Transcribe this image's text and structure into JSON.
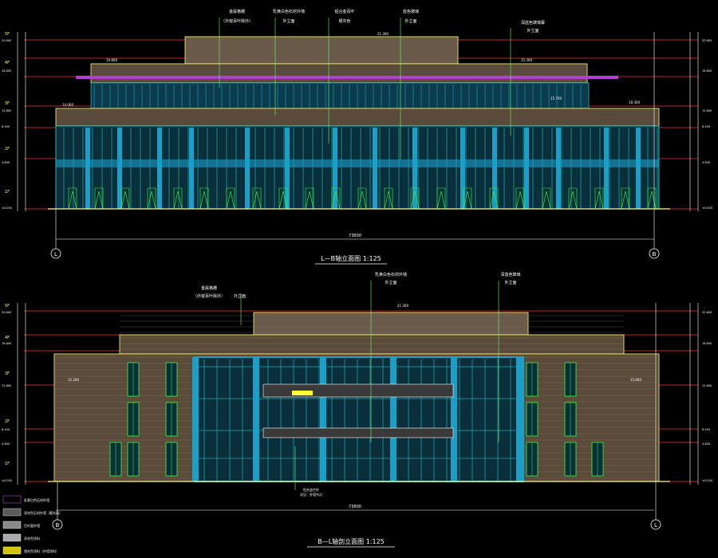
{
  "colors": {
    "background": "#000000",
    "brick": "#7a6a5a",
    "outline": "#ffff66",
    "window_blue": "#1aa0c8",
    "window_cyan": "#19e6e6",
    "door_green": "#33ff33",
    "gridline_red": "#ff3030",
    "annotation_white": "#ffffff",
    "frame_purple": "#b040d0",
    "leader_green": "#66ff66"
  },
  "top_elevation": {
    "title": "L—B轴立面图 1:125",
    "axis_left": "L",
    "axis_right": "B",
    "overall_dimension": "73800",
    "callouts": [
      "金属格栅",
      "（外窗百叶除外）",
      "乳黄白色石材外墙",
      "外立面",
      "铝合金百叶",
      "银灰色",
      "蓝色玻璃",
      "外立面",
      "深蓝色玻璃幕",
      "外立面"
    ],
    "level_marks_left": [
      "5F",
      "4F",
      "3F",
      "2F",
      "1F"
    ],
    "elevations_left": [
      "20.600",
      "16.800",
      "12.800",
      "8.400",
      "4.800",
      "±0.000"
    ],
    "elevations_right": [
      "20.600",
      "16.800",
      "12.800",
      "8.400",
      "4.800",
      "±0.000"
    ],
    "roof_labels": [
      "21.300",
      "19.800",
      "15.300",
      "15.700",
      "18.300",
      "14.000"
    ]
  },
  "bottom_elevation": {
    "title": "B—L轴剖立面图 1:125",
    "axis_left": "B",
    "axis_right": "L",
    "overall_dimension": "73800",
    "callouts": [
      "金属格栅",
      "（外窗百叶除外）",
      "外立面",
      "乳黄白色石材外墙",
      "外立面",
      "深蓝色玻璃",
      "外立面"
    ],
    "bottom_note": "铝合金栏杆",
    "bottom_note2": "详见：外墙节点",
    "level_marks_left": [
      "5F",
      "4F",
      "3F",
      "2F",
      "1F"
    ],
    "elevations_left": [
      "20.600",
      "16.800",
      "12.800",
      "8.400",
      "4.800",
      "±0.000"
    ],
    "elevations_right": [
      "20.600",
      "16.800",
      "12.800",
      "8.400",
      "4.800",
      "±0.000"
    ],
    "roof_labels": [
      "21.300",
      "15.200",
      "15.800"
    ]
  },
  "legend": {
    "items": [
      "乳黄白色石材外墙",
      "深灰色石材外墙（磨光面）",
      "百叶窗外墙",
      "深灰色涂料",
      "银灰色涂料（外墙涂料）"
    ]
  }
}
